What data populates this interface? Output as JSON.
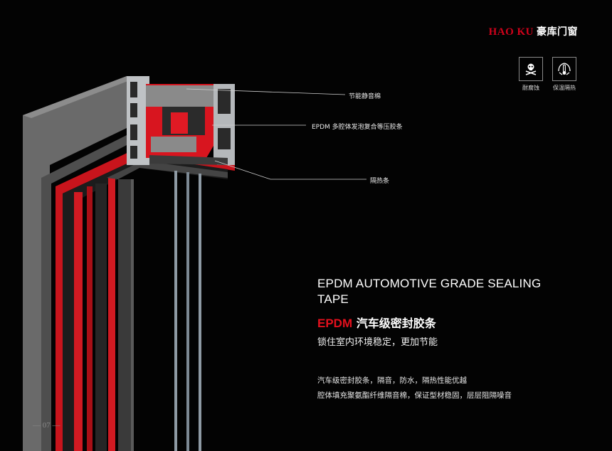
{
  "brand": {
    "name_en": "HAO KU",
    "name_cn": "豪库门窗"
  },
  "badges": [
    {
      "icon": "skull-crossbones-icon",
      "label": "耐腐蚀"
    },
    {
      "icon": "thermometer-hands-icon",
      "label": "保温隔热"
    }
  ],
  "callouts": {
    "foam": "节能静音棉",
    "epdm": "EPDM 多腔体发泡复合等压胶条",
    "thermal_break": "隔热条"
  },
  "headline": {
    "title_en": "EPDM AUTOMOTIVE GRADE SEALING TAPE",
    "title_accent": "EPDM",
    "title_cn": "汽车级密封胶条",
    "subtitle": "锁住室内环境稳定，更加节能"
  },
  "description": {
    "line1": "汽车级密封胶条，隔音，防水，隔热性能优越",
    "line2": "腔体填充聚氨酯纤维隔音棉，保证型材稳固，层层阻隔噪音"
  },
  "page": {
    "number": "07"
  },
  "colors": {
    "accent": "#e3101d",
    "background": "#030303",
    "frame": "#6b6b6b"
  }
}
